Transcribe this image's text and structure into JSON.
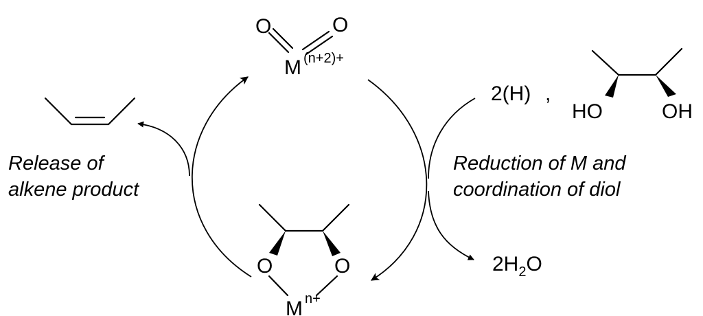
{
  "species": {
    "oxo_complex": {
      "oxygen_left": "O",
      "oxygen_right": "O",
      "metal": "M",
      "oxidation_state": "(n+2)+"
    },
    "diolate_complex": {
      "oxygen_left": "O",
      "oxygen_right": "O",
      "metal": "M",
      "oxidation_state": "n+"
    },
    "diol_reagent": {
      "reductant": "2(H)",
      "separator": ",",
      "hydroxyl_left": "HO",
      "hydroxyl_right": "OH"
    },
    "water_product": {
      "coefficient": "2H",
      "subscript": "2",
      "oxygen": "O"
    }
  },
  "labels": {
    "release_line1": "Release of",
    "release_line2": "alkene product",
    "reduction_line1": "Reduction of M and",
    "reduction_line2": "coordination of diol"
  }
}
